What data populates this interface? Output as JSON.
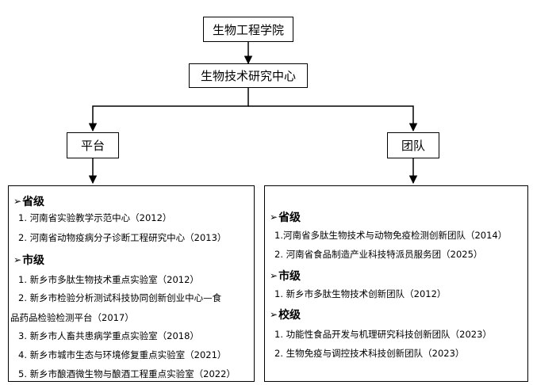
{
  "top": {
    "title": "生物工程学院"
  },
  "center": {
    "title": "生物技术研究中心"
  },
  "branches": {
    "left": "平台",
    "right": "团队"
  },
  "left_panel": {
    "sections": [
      {
        "label": "省级",
        "items": [
          "1. 河南省实验教学示范中心（2012）",
          "2. 河南省动物疫病分子诊断工程研究中心（2013）"
        ]
      },
      {
        "label": "市级",
        "items": [
          "1. 新乡市多肽生物技术重点实验室（2012）",
          "2. 新乡市检验分析测试科技协同创新创业中心—食",
          "品药品检验检测平台（2017）",
          "3. 新乡市人畜共患病学重点实验室（2018）",
          "4. 新乡市城市生态与环境修复重点实验室（2021）",
          "5. 新乡市酿酒微生物与酿酒工程重点实验室（2022）"
        ]
      }
    ]
  },
  "right_panel": {
    "sections": [
      {
        "label": "省级",
        "items": [
          "1.河南省多肽生物技术与动物免疫检测创新团队（2014）",
          "2. 河南省食品制造产业科技特派员服务团（2025）"
        ]
      },
      {
        "label": "市级",
        "items": [
          "1. 新乡市多肽生物技术创新团队（2012）"
        ]
      },
      {
        "label": "校级",
        "items": [
          "1. 功能性食品开发与机理研究科技创新团队（2023）",
          "2. 生物免疫与调控技术科技创新团队（2023）"
        ]
      }
    ]
  }
}
